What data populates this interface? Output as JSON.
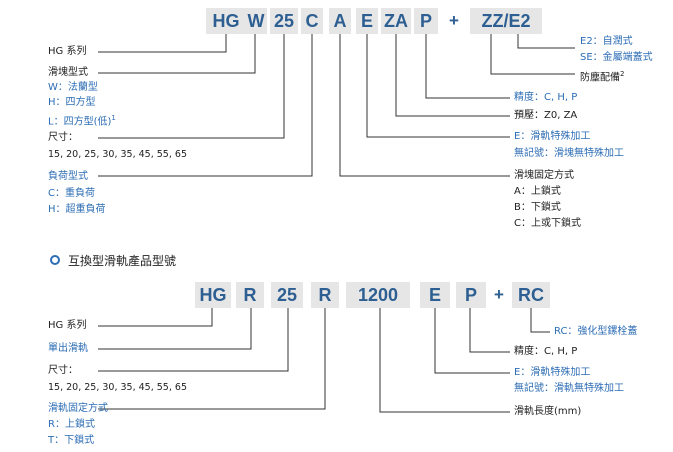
{
  "code1": {
    "segments": [
      "HG",
      "W",
      "25",
      "C",
      "A",
      "E",
      "ZA",
      "P",
      "ZZ/E2"
    ],
    "plus": "+"
  },
  "legend1": {
    "series": "HG 系列",
    "block_type_title": "滑塊型式",
    "block_w": "W：法蘭型",
    "block_h": "H：四方型",
    "block_l": "L：四方型(低)",
    "block_l_note": "1",
    "size_title": "尺寸：",
    "sizes": "15, 20, 25, 30, 35, 45, 55, 65",
    "load_title": "負荷型式",
    "load_c": "C：重負荷",
    "load_h": "H：超重負荷",
    "e2": "E2：自潤式",
    "se": "SE：金屬端蓋式",
    "dust": "防塵配備",
    "dust_note": "2",
    "precision": "精度：C, H, P",
    "preload": "預壓：Z0, ZA",
    "stainless_e": "E：滑軌特殊加工",
    "stainless_none": "無記號：滑塊無特殊加工",
    "mount_title": "滑塊固定方式",
    "mount_a": "A：上鎖式",
    "mount_b": "B：下鎖式",
    "mount_c": "C：上或下鎖式"
  },
  "section2": {
    "title": "互換型滑軌產品型號"
  },
  "code2": {
    "segments": [
      "HG",
      "R",
      "25",
      "R",
      "1200",
      "E",
      "P",
      "RC"
    ],
    "plus": "+"
  },
  "legend2": {
    "series": "HG 系列",
    "rail": "單出滑軌",
    "size_title": "尺寸：",
    "sizes": "15, 20, 25, 30, 35, 45, 55, 65",
    "mount_title": "滑軌固定方式",
    "mount_r": "R：上鎖式",
    "mount_t": "T：下鎖式",
    "rc": "RC：強化型鏍栓蓋",
    "precision": "精度：C, H, P",
    "treat_e": "E：滑軌特殊加工",
    "treat_none": "無記號：滑軌無特殊加工",
    "length": "滑軌長度(mm)"
  },
  "colors": {
    "code_text": "#2d5f92",
    "code_bg": "#e6e6e6",
    "blue_label": "#2d6db5",
    "line": "#333333"
  }
}
